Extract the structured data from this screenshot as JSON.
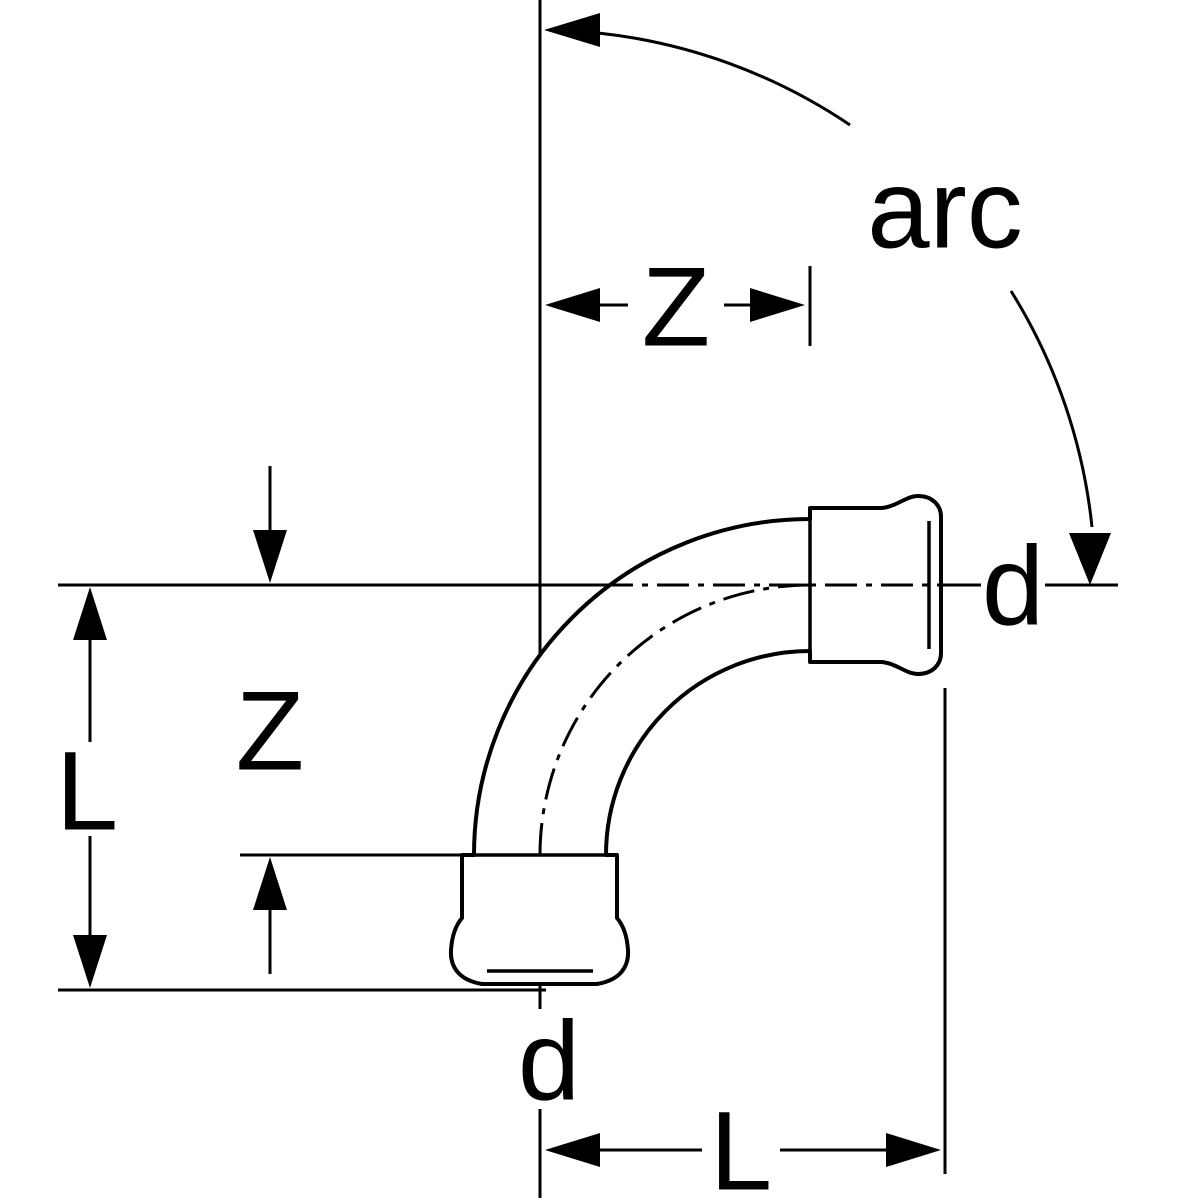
{
  "diagram": {
    "kind": "technical-drawing",
    "subject": "90-degree press-fit elbow bend with two female press sockets",
    "colors": {
      "line": "#000000",
      "background": "#ffffff"
    },
    "labels": {
      "arc": "arc",
      "z_horizontal": "Z",
      "z_vertical": "Z",
      "l_vertical": "L",
      "l_horizontal": "L",
      "d_right": "d",
      "d_bottom": "d"
    }
  }
}
